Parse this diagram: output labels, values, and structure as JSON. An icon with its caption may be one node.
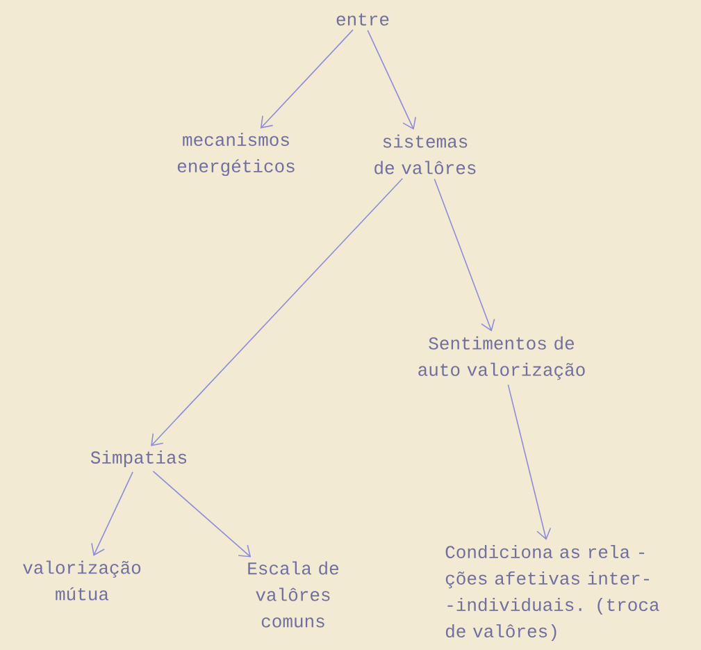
{
  "diagram": {
    "nodes": [
      {
        "text": [
          "entre"
        ]
      },
      {
        "text": [
          "mecanismos energéticos"
        ]
      },
      {
        "text": [
          "sistemas de valôres"
        ]
      },
      {
        "text": [
          "Sentimentos de auto valorização"
        ]
      },
      {
        "text": [
          "Simpatias"
        ]
      },
      {
        "text": [
          "valorização mútua"
        ]
      },
      {
        "text": [
          "Escala de valôres comuns"
        ]
      },
      {
        "text": [
          "Condiciona as rela - ções afetivas inter- -individuais. (troca de valôres)"
        ]
      }
    ],
    "edges": [
      {
        "from": 0,
        "to": 1,
        "arrow": "to"
      },
      {
        "from": 0,
        "to": 2,
        "arrow": "to"
      },
      {
        "from": 2,
        "to": 3,
        "arrow": "to"
      },
      {
        "from": 2,
        "to": 4,
        "arrow": "to"
      },
      {
        "from": 3,
        "to": 7,
        "arrow": "to"
      },
      {
        "from": 4,
        "to": 5,
        "arrow": "to"
      },
      {
        "from": 4,
        "to": 6,
        "arrow": "to"
      }
    ]
  }
}
